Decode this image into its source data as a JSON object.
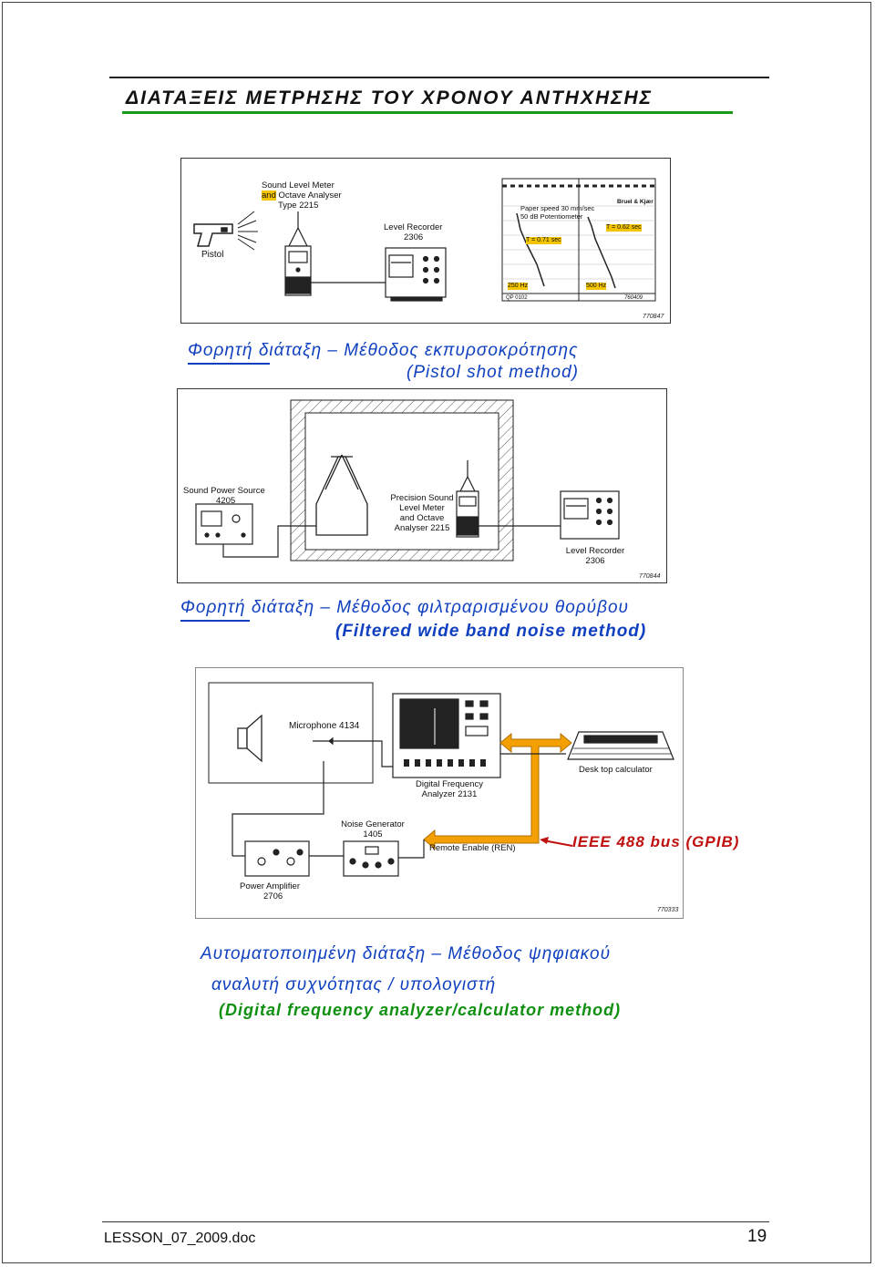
{
  "document": {
    "title": "ΔΙΑΤΑΞΕΙΣ ΜΕΤΡΗΣΗΣ ΤΟΥ ΧΡΟΝΟΥ ΑΝΤΗΧΗΣΗΣ",
    "footer_filename": "LESSON_07_2009.doc",
    "page_number": "19"
  },
  "figure1": {
    "pistol_label": "Pistol",
    "slm_line1": "Sound Level Meter",
    "slm_and": "and",
    "slm_line2b": " Octave Analyser",
    "slm_line3": "Type 2215",
    "recorder_label1": "Level Recorder",
    "recorder_label2": "2306",
    "chart_brand": "Bruel & Kjær",
    "chart_paper_speed": "Paper speed 30 mm/sec",
    "chart_potentiometer": "50 dB Potentiometer",
    "chart_t1": "T = 0.71 sec",
    "chart_t2": "T = 0.62 sec",
    "chart_f1": "250 Hz",
    "chart_f2": "500 Hz",
    "chart_qp": "QP 0102",
    "chart_code": "760409",
    "ref": "770847",
    "caption_greek": "Φορητή διάταξη – Μέθοδος εκπυρσοκρότησης",
    "caption_english": "(Pistol shot method)"
  },
  "figure2": {
    "source_label1": "Sound Power Source",
    "source_label2": "4205",
    "slm_label1": "Precision Sound",
    "slm_label2": "Level Meter",
    "slm_label3": "and Octave",
    "slm_label4": "Analyser 2215",
    "recorder_label1": "Level Recorder",
    "recorder_label2": "2306",
    "ref": "770844",
    "caption_greek": "Φορητή διάταξη – Μέθοδος φιλτραρισμένου θορύβου",
    "caption_english": "(Filtered wide band noise method)"
  },
  "figure3": {
    "microphone_label": "Microphone 4134",
    "analyzer_label1": "Digital Frequency",
    "analyzer_label2": "Analyzer 2131",
    "calculator_label": "Desk top calculator",
    "noise_gen_label1": "Noise Generator",
    "noise_gen_label2": "1405",
    "remote_label": "Remote Enable (REN)",
    "amp_label1": "Power Amplifier",
    "amp_label2": "2706",
    "bus_label": "IEEE 488 bus (GPIB)",
    "ref": "770333",
    "caption_line1": "Αυτοματοποιημένη διάταξη – Μέθοδος ψηφιακού",
    "caption_line2": "αναλυτή συχνότητας / υπολογιστή",
    "caption_english": "(Digital frequency analyzer/calculator method)"
  },
  "colors": {
    "green_underline": "#1a9a1a",
    "blue_caption": "#1040c0",
    "red_caption": "#c01010",
    "green_caption": "#109010",
    "bus_arrow": "#f4a000",
    "highlight": "#f4c400"
  }
}
